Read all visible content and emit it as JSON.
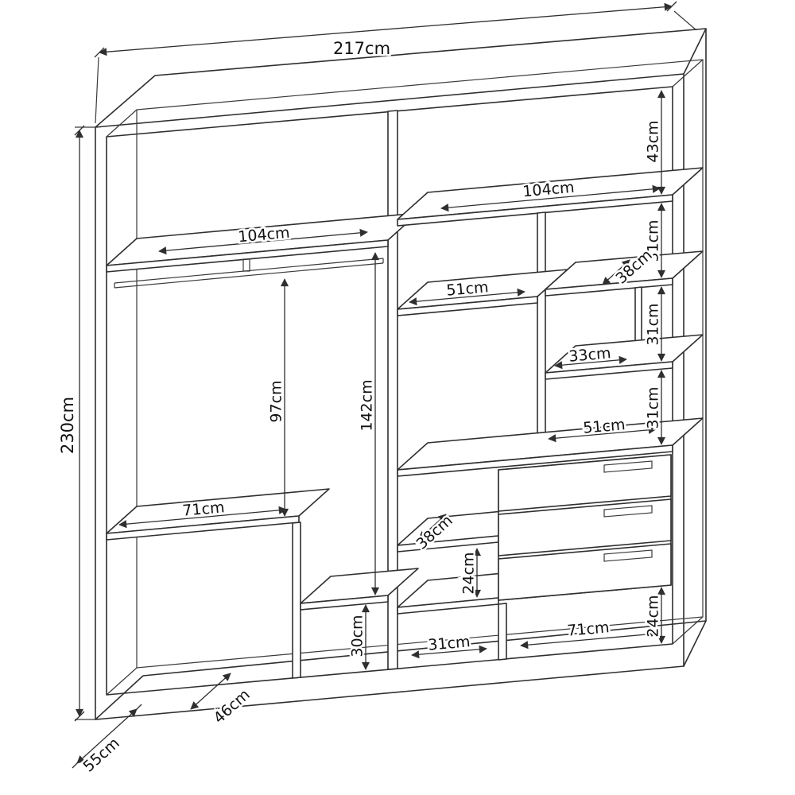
{
  "figure": {
    "type": "wardrobe-internal-dimensions-diagram",
    "unit": "cm"
  },
  "labels": {
    "overall_width": "217cm",
    "overall_height": "230cm",
    "overall_depth": "55cm",
    "left_top_shelf_width": "104cm",
    "right_top_shelf_width": "104cm",
    "top_right_section_height": "43cm",
    "right_gap_1": "31cm",
    "right_gap_2": "31cm",
    "right_gap_3": "31cm",
    "right_shelf_width_upper": "51cm",
    "right_shelf_depth_upper": "38cm",
    "cubby_width": "33cm",
    "right_shelf_width_lower": "51cm",
    "hanging_height": "97cm",
    "long_hanging_height": "142cm",
    "desk_width": "71cm",
    "left_shelf_depth_lower": "38cm",
    "shelf_gap_left": "24cm",
    "bottom_right_height": "24cm",
    "low_shelf_height": "30cm",
    "bottom_middle_width": "31cm",
    "bottom_right_width": "71cm",
    "floor_depth": "46cm"
  }
}
